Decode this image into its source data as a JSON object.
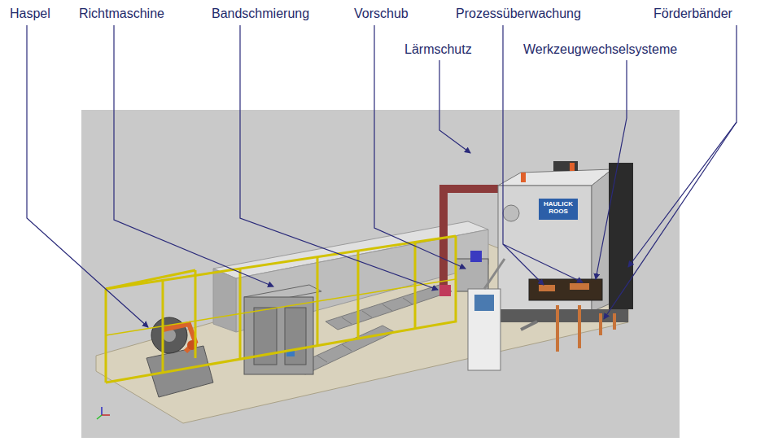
{
  "diagram": {
    "labels": [
      "Haspel",
      "Richtmaschine",
      "Bandschmierung",
      "Vorschub",
      "Prozessüberwachung",
      "Förderbänder",
      "Lärmschutz",
      "Werkzeugwechselsysteme",
      "HAULICK ROOS"
    ]
  }
}
